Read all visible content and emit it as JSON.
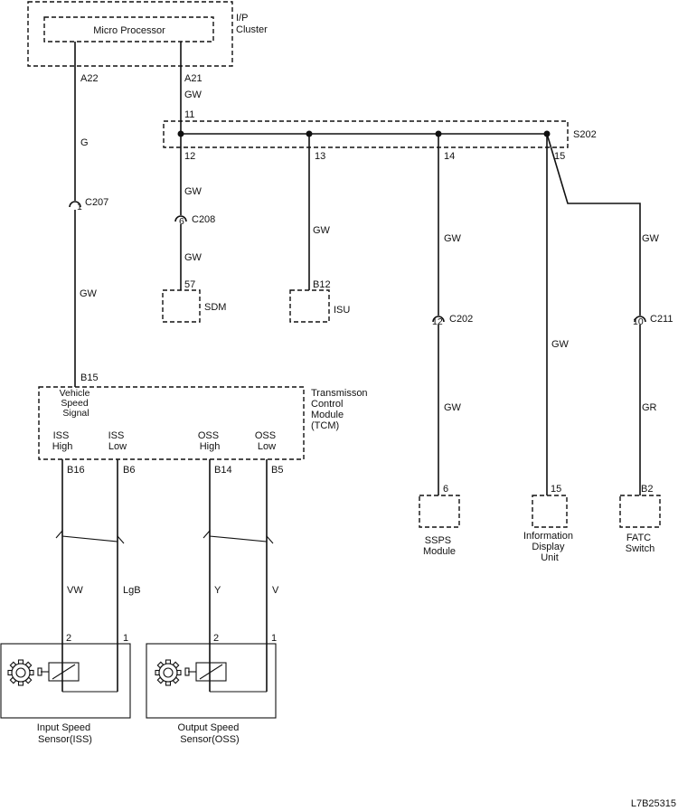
{
  "cluster": {
    "name": "I/P\nCluster",
    "processor": "Micro Processor",
    "pin_a22": "A22",
    "pin_a21": "A21"
  },
  "splice": {
    "name": "S202",
    "pins": [
      "11",
      "12",
      "13",
      "14",
      "15"
    ]
  },
  "wires": {
    "g": "G",
    "gw_a21": "GW",
    "gw_12a": "GW",
    "gw_12b": "GW",
    "gw_13": "GW",
    "gw_14a": "GW",
    "gw_14b": "GW",
    "gw_15": "GW",
    "gw_fatc": "GW",
    "gr_fatc": "GR",
    "gw_c207": "GW",
    "vw": "VW",
    "lgb": "LgB",
    "y": "Y",
    "v": "V"
  },
  "connectors": {
    "c207": {
      "name": "C207",
      "pin": "1"
    },
    "c208": {
      "name": "C208",
      "pin": "6"
    },
    "c202": {
      "name": "C202",
      "pin": "12"
    },
    "c211": {
      "name": "C211",
      "pin": "10"
    }
  },
  "sdm": {
    "name": "SDM",
    "pin": "57"
  },
  "isu": {
    "name": "ISU",
    "pin": "B12"
  },
  "sspS": {
    "name": "SSPS\nModule",
    "pin": "6"
  },
  "idu": {
    "name": "Information\nDisplay\nUnit",
    "pin": "15"
  },
  "fatc": {
    "name": "FATC\nSwitch",
    "pin": "B2"
  },
  "tcm": {
    "name": "Transmisson\nControl\nModule\n(TCM)",
    "pin_b15": "B15",
    "vss_label": "Vehicle\nSpeed\nSignal",
    "iss_high": "ISS\nHigh",
    "iss_low": "ISS\nLow",
    "oss_high": "OSS\nHigh",
    "oss_low": "OSS\nLow",
    "pin_b16": "B16",
    "pin_b6": "B6",
    "pin_b14": "B14",
    "pin_b5": "B5"
  },
  "iss_sensor": {
    "name": "Input Speed\nSensor(ISS)",
    "pin2": "2",
    "pin1": "1"
  },
  "oss_sensor": {
    "name": "Output Speed\nSensor(OSS)",
    "pin2": "2",
    "pin1": "1"
  },
  "figure_id": "L7B25315"
}
